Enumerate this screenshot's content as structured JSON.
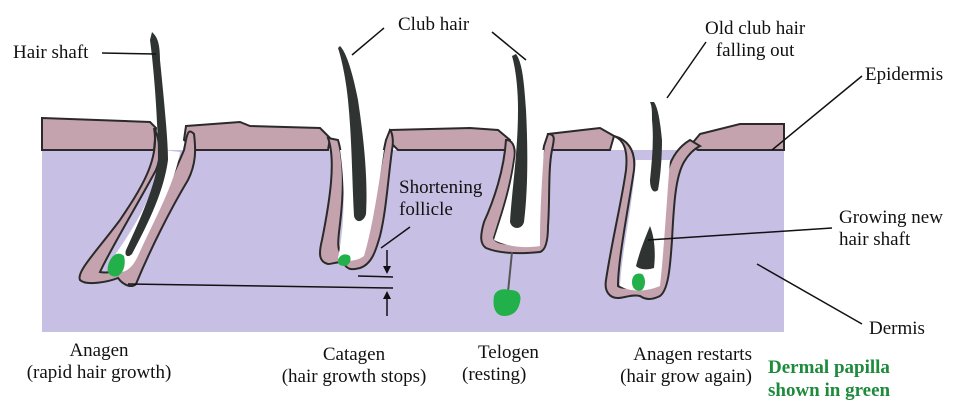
{
  "diagram": {
    "title": "Hair growth cycle",
    "colors": {
      "dermis": "#c8c0e4",
      "epidermis": "#c4a2ae",
      "outline": "#2a2a2a",
      "hair": "#2f3432",
      "papilla": "#22b04a",
      "caption": "#1e8a3c",
      "background": "#ffffff"
    },
    "labels": {
      "hair_shaft": "Hair shaft",
      "club_hair": "Club hair",
      "old_club_hair_line1": "Old club hair",
      "old_club_hair_line2": "falling out",
      "epidermis": "Epidermis",
      "shortening_line1": "Shortening",
      "shortening_line2": "follicle",
      "growing_line1": "Growing new",
      "growing_line2": "hair shaft",
      "dermis": "Dermis"
    },
    "stages": [
      {
        "name": "Anagen",
        "description": "(rapid hair growth)"
      },
      {
        "name": "Catagen",
        "description": "(hair growth stops)"
      },
      {
        "name": "Telogen",
        "description": "(resting)"
      },
      {
        "name": "Anagen restarts",
        "description": "(hair grow again)"
      }
    ],
    "caption": {
      "line1": "Dermal papilla",
      "line2": "shown in green"
    }
  }
}
